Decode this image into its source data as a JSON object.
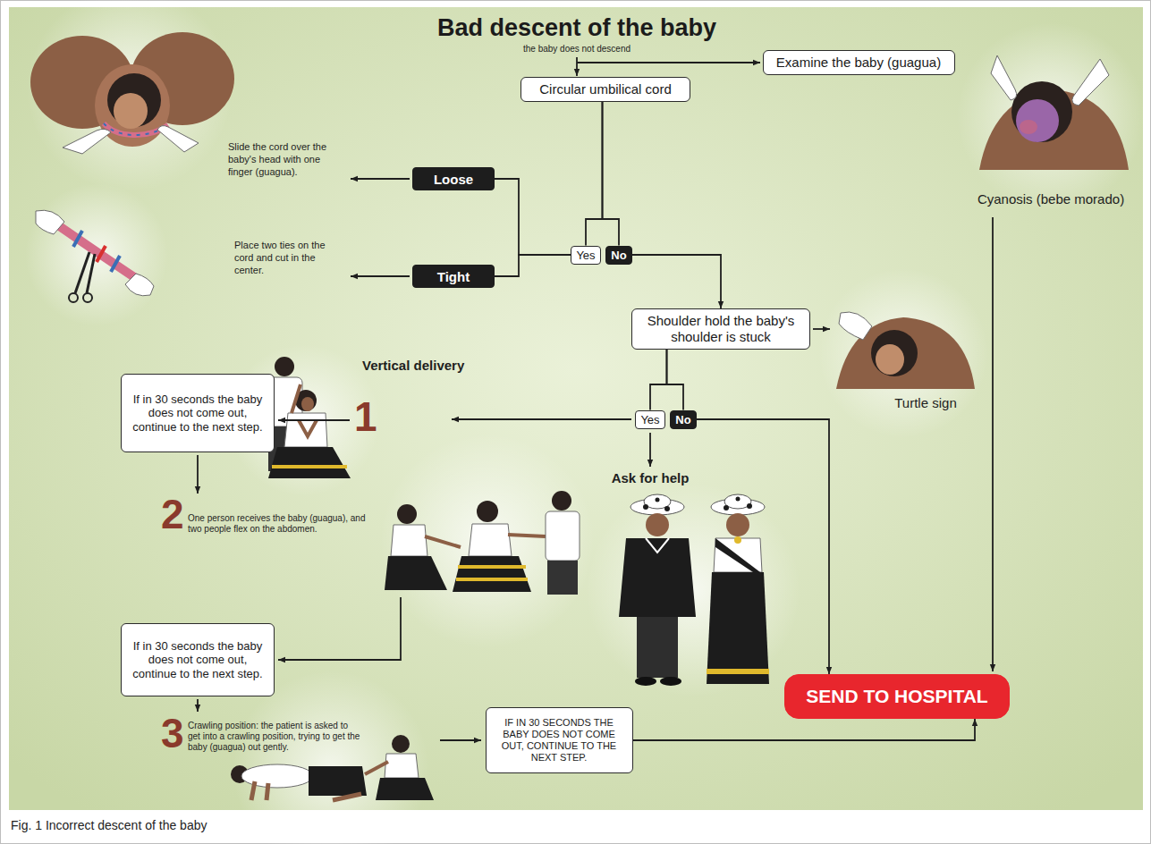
{
  "diagram": {
    "title": "Bad descent of the baby",
    "caption": "Fig. 1 Incorrect descent of the baby",
    "nodes": [
      {
        "text": [
          "Examine the baby (guagua)"
        ]
      },
      {
        "text": [
          "Circular umbilical cord"
        ]
      },
      {
        "text": [
          "Loose"
        ]
      },
      {
        "text": [
          "Tight"
        ]
      },
      {
        "text": [
          "Yes"
        ]
      },
      {
        "text": [
          "No"
        ]
      },
      {
        "text": [
          "Shoulder hold the baby's shoulder is stuck"
        ]
      },
      {
        "text": [
          "Yes"
        ]
      },
      {
        "text": [
          "No"
        ]
      },
      {
        "text": [
          "If in 30 seconds the baby does not come out, continue to the next step."
        ]
      },
      {
        "text": [
          "If in 30 seconds the baby does not come out, continue to the next step."
        ]
      },
      {
        "text": [
          "IF IN 30 SECONDS THE BABY DOES NOT COME OUT, CONTINUE TO THE NEXT STEP."
        ]
      },
      {
        "text": [
          "SEND TO HOSPITAL"
        ]
      }
    ],
    "edges": [
      {
        "from": 1,
        "to": 4,
        "arrow": "none"
      },
      {
        "from": 1,
        "to": 5,
        "arrow": "none"
      },
      {
        "from": 4,
        "to": 2,
        "arrow": "none"
      },
      {
        "from": 4,
        "to": 3,
        "arrow": "none"
      },
      {
        "from": 5,
        "to": 6,
        "arrow": "to"
      },
      {
        "from": 6,
        "to": 7,
        "arrow": "none"
      },
      {
        "from": 6,
        "to": 8,
        "arrow": "none"
      },
      {
        "from": 8,
        "to": 12,
        "arrow": "to"
      },
      {
        "from": 11,
        "to": 12,
        "arrow": "to"
      }
    ],
    "labels": [
      "the baby does not descend",
      "Slide the cord over the baby's head with one finger (guagua).",
      "Place two ties on the cord and cut in the center.",
      "Cyanosis (bebe morado)",
      "Vertical delivery",
      "Turtle sign",
      "1",
      "2",
      "One person receives the baby (guagua), and two people flex on the abdomen.",
      "Ask for help",
      "3",
      "Crawling position: the patient is asked to get into a crawling position, trying to get the baby (guagua) out gently."
    ]
  }
}
